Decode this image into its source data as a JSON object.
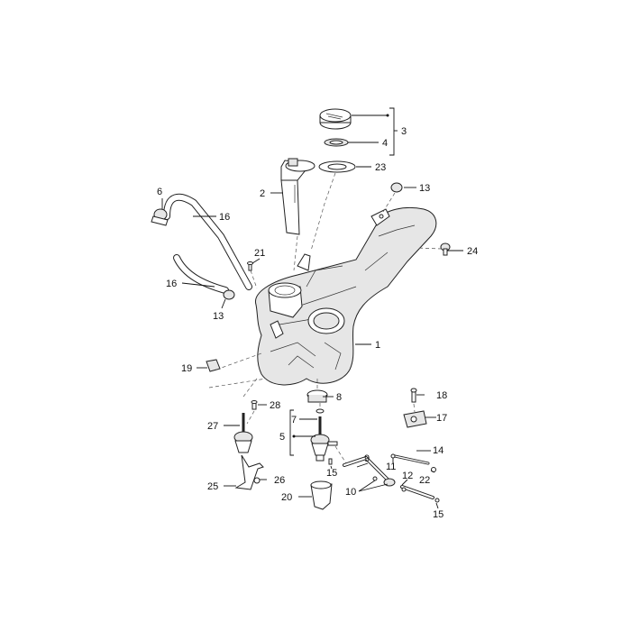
{
  "callouts": {
    "1": "1",
    "2": "2",
    "3": "3",
    "4": "4",
    "5": "5",
    "6": "6",
    "7": "7",
    "8": "8",
    "9": "9",
    "10": "10",
    "11": "11",
    "12": "12",
    "13a": "13",
    "13b": "13",
    "14": "14",
    "15a": "15",
    "15b": "15",
    "16a": "16",
    "16b": "16",
    "17": "17",
    "18": "18",
    "19": "19",
    "20": "20",
    "21": "21",
    "22": "22",
    "23": "23",
    "24": "24",
    "25": "25",
    "26": "26",
    "27": "27",
    "28": "28"
  },
  "colors": {
    "line": "#222222",
    "fill": "#ffffff",
    "shade": "#e6e6e6"
  }
}
